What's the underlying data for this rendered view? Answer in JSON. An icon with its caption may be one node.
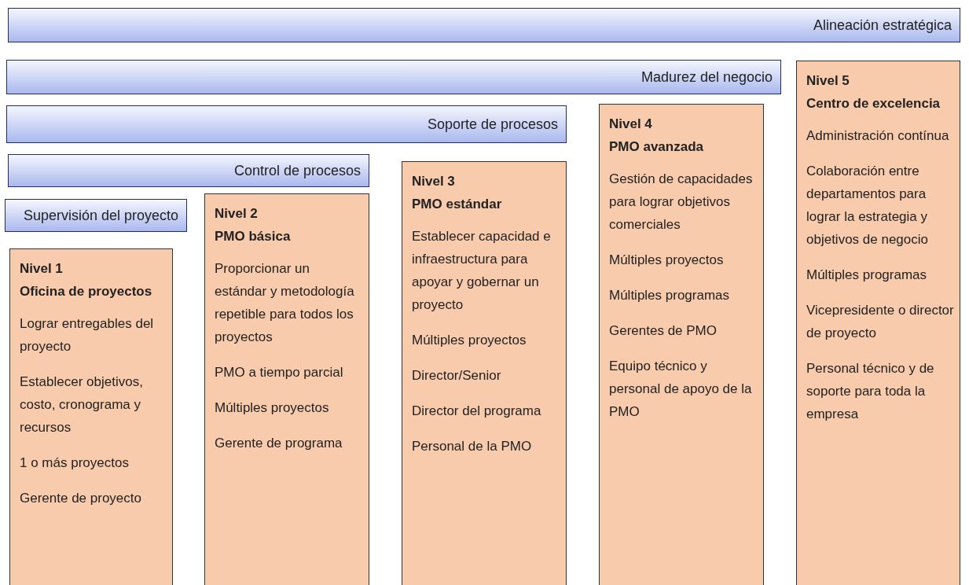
{
  "diagram": {
    "nodes": [
      {
        "text": [
          "Alineación estratégica"
        ]
      },
      {
        "text": [
          "Madurez del negocio"
        ]
      },
      {
        "text": [
          "Soporte de procesos"
        ]
      },
      {
        "text": [
          "Control de procesos"
        ]
      },
      {
        "text": [
          "Supervisión del proyecto"
        ]
      },
      {
        "text": [
          "Nivel 1",
          "Oficina de proyectos",
          "Lograr entregables del proyecto",
          "Establecer objetivos, costo, cronograma y recursos",
          "1 o más proyectos",
          "Gerente de proyecto"
        ]
      },
      {
        "text": [
          "Nivel 2",
          "PMO básica",
          "Proporcionar un estándar y metodología repetible para todos los proyectos",
          "PMO a tiempo parcial",
          "Múltiples proyectos",
          "Gerente de programa"
        ]
      },
      {
        "text": [
          "Nivel 3",
          "PMO estándar",
          "Establecer capacidad e infraestructura para apoyar y gobernar un proyecto",
          "Múltiples proyectos",
          "Director/Senior",
          "Director del programa",
          "Personal de la PMO"
        ]
      },
      {
        "text": [
          "Nivel 4",
          "PMO avanzada",
          "Gestión de capacidades para lograr objetivos comerciales",
          "Múltiples proyectos",
          "Múltiples programas",
          "Gerentes de PMO",
          "Equipo técnico y personal de apoyo de la PMO"
        ]
      },
      {
        "text": [
          "Nivel 5",
          "Centro de excelencia",
          "Administración contínua",
          "Colaboración entre departamentos para lograr la estrategia y objetivos de negocio",
          "Múltiples programas",
          "Vicepresidente o director de proyecto",
          "Personal técnico y de soporte para toda la empresa"
        ]
      }
    ]
  }
}
